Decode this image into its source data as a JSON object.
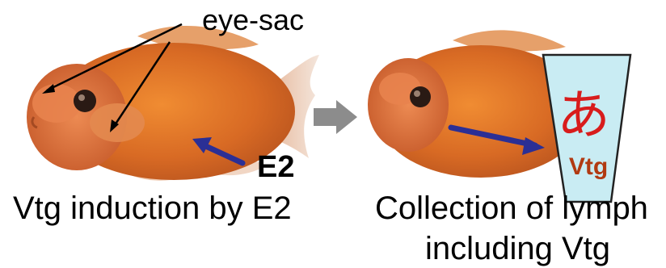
{
  "labels": {
    "eye_sac": "eye-sac",
    "e2": "E2",
    "container_glyph": "あ",
    "container_text": "Vtg"
  },
  "captions": {
    "left": "Vtg induction by E2",
    "right_line1": "Collection of lymph",
    "right_line2": "including Vtg"
  },
  "colors": {
    "arrow_blue": "#2b2f95",
    "process_arrow": "#8c8c8c",
    "container_fill": "#c9ecf3",
    "container_glyph": "#d81c1c",
    "container_text": "#b13a12",
    "fish_body": "#e2762c",
    "fish_fin": "#efd8c8"
  },
  "icons": {
    "fish_left": "goldfish-icon",
    "fish_right": "goldfish-icon",
    "process": "right-arrow-icon",
    "container": "collection-cup-icon"
  }
}
